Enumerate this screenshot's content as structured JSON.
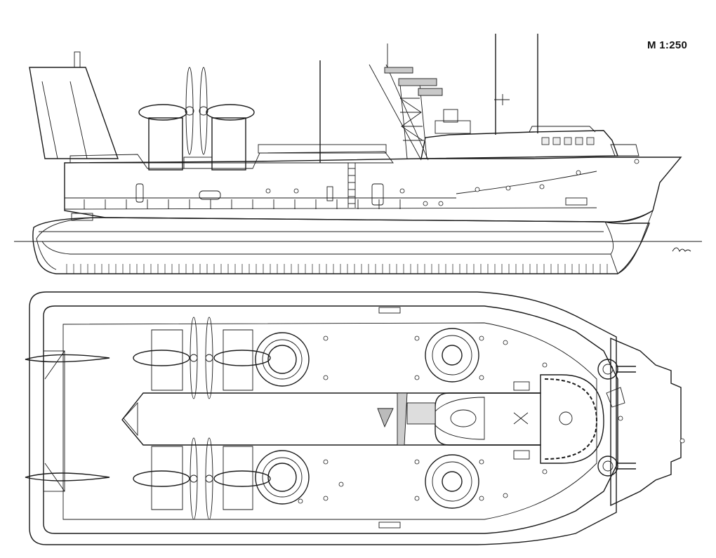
{
  "scale": {
    "label": "M 1:250"
  },
  "colors": {
    "hull": "#c9c9c9",
    "deck": "#d6d6d6",
    "skirt": "#6b6b6b",
    "skirt_dark": "#4c4c4c",
    "light": "#efefef",
    "line": "#1a1a1a"
  },
  "views": [
    "side-elevation",
    "top-plan"
  ]
}
